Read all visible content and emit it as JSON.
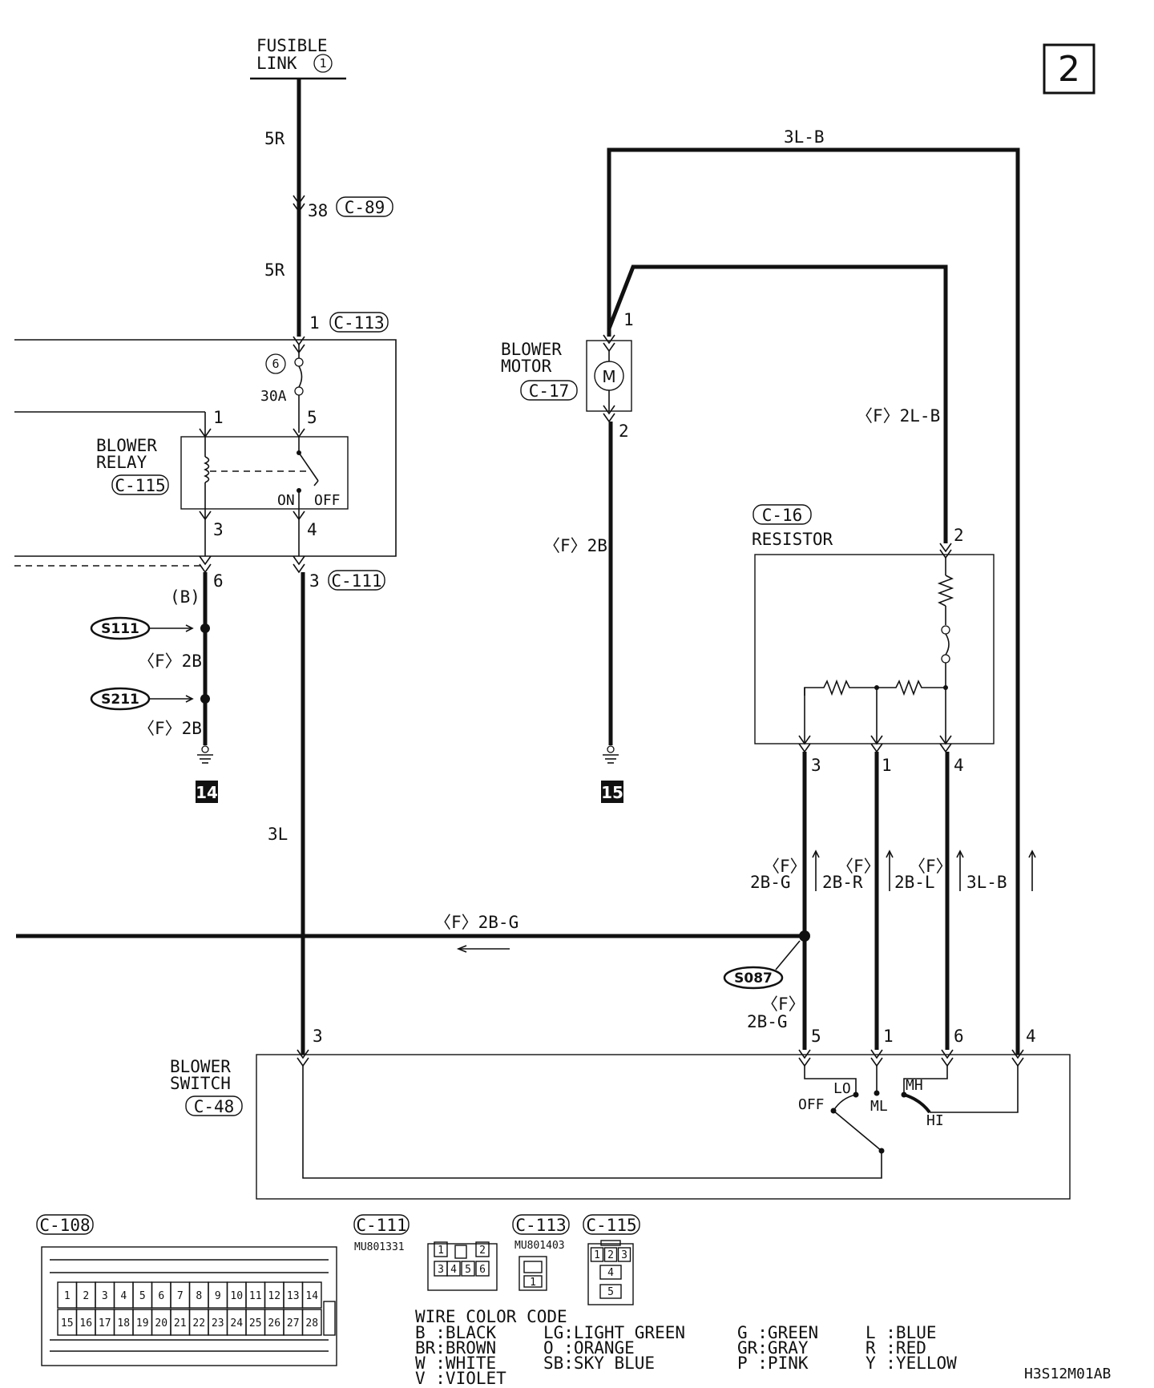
{
  "page": {
    "number": "2",
    "drawing_code": "H3S12M01AB"
  },
  "fusible_link": {
    "line1": "FUSIBLE",
    "line2": "LINK",
    "num": "1"
  },
  "fuse": {
    "num": "6",
    "rating": "30A"
  },
  "wires": {
    "w5r_a": "5R",
    "w5r_b": "5R",
    "w3lb_top": "3L-B",
    "f2lb": "〈F〉2L-B",
    "f2b_motor": "〈F〉2B",
    "b": "(B)",
    "f2b_s111": "〈F〉2B",
    "f2b_s211": "〈F〉2B",
    "w3l": "3L",
    "f2bg_main": "〈F〉2B-G",
    "f_1": "〈F〉",
    "w2bg": "2B-G",
    "f_2": "〈F〉",
    "w2br": "2B-R",
    "f_3": "〈F〉",
    "w2bl": "2B-L",
    "w3lb_right": "3L-B",
    "f_4": "〈F〉",
    "w2bg_low": "2B-G"
  },
  "connectors": {
    "c89": "C-89",
    "c89_pin": "38",
    "c113": "C-113",
    "c113_pin": "1",
    "c111": "C-111",
    "c111_pin": "3",
    "c115": "C-115",
    "c17": "C-17",
    "c16": "C-16",
    "c48": "C-48",
    "c108": "C-108"
  },
  "components": {
    "blower_relay": {
      "line1": "BLOWER",
      "line2": "RELAY",
      "on": "ON",
      "off": "OFF",
      "pins": [
        "1",
        "5",
        "3",
        "4",
        "6"
      ]
    },
    "blower_motor": {
      "line1": "BLOWER",
      "line2": "MOTOR",
      "symbol": "M",
      "pins": [
        "1",
        "2"
      ]
    },
    "resistor": {
      "label": "RESISTOR",
      "pins": [
        "2",
        "3",
        "1",
        "4"
      ]
    },
    "blower_switch": {
      "line1": "BLOWER",
      "line2": "SWITCH",
      "pins": [
        "3",
        "5",
        "1",
        "6",
        "4"
      ],
      "positions": {
        "lo": "LO",
        "ml": "ML",
        "mh": "MH",
        "hi": "HI",
        "off": "OFF"
      }
    }
  },
  "splices": {
    "s111": "S111",
    "s211": "S211",
    "s087": "S087"
  },
  "grounds": {
    "g14": "14",
    "g15": "15"
  },
  "connector_views": {
    "c108": {
      "row1": [
        "1",
        "2",
        "3",
        "4",
        "5",
        "6",
        "7",
        "8",
        "9",
        "10",
        "11",
        "12",
        "13",
        "14"
      ],
      "row2": [
        "15",
        "16",
        "17",
        "18",
        "19",
        "20",
        "21",
        "22",
        "23",
        "24",
        "25",
        "26",
        "27",
        "28"
      ]
    },
    "c111": {
      "part": "MU801331",
      "pins": [
        "1",
        "2",
        "3",
        "4",
        "5",
        "6"
      ]
    },
    "c113": {
      "part": "MU801403",
      "pins": [
        "1"
      ]
    },
    "c115": {
      "pins": [
        "1",
        "2",
        "3",
        "4",
        "5"
      ]
    }
  },
  "wire_color_code": {
    "title": "WIRE COLOR CODE",
    "col1": [
      "B :BLACK",
      "BR:BROWN",
      "W :WHITE",
      "V :VIOLET"
    ],
    "col2": [
      "LG:LIGHT GREEN",
      "O :ORANGE",
      "SB:SKY BLUE"
    ],
    "col3": [
      "G :GREEN",
      "GR:GRAY",
      "P :PINK"
    ],
    "col4": [
      "L :BLUE",
      "R :RED",
      "Y :YELLOW"
    ]
  }
}
